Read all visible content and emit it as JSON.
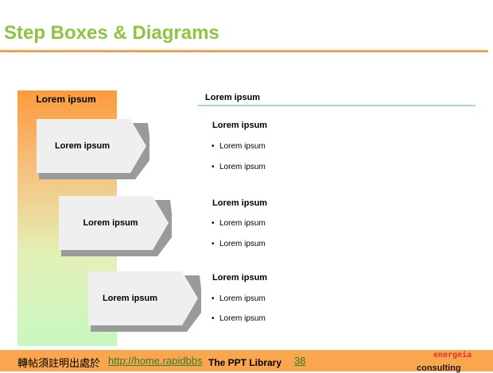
{
  "slide": {
    "title": "Step Boxes & Diagrams",
    "left_panel_label": "Lorem ipsum",
    "right_header": "Lorem ipsum",
    "steps": [
      {
        "label": "Lorem ipsum"
      },
      {
        "label": "Lorem ipsum"
      },
      {
        "label": "Lorem ipsum"
      }
    ],
    "groups": [
      {
        "title": "Lorem ipsum",
        "bullets": [
          "Lorem ipsum",
          "Lorem ipsum"
        ]
      },
      {
        "title": "Lorem ipsum",
        "bullets": [
          "Lorem ipsum",
          "Lorem ipsum"
        ]
      },
      {
        "title": "Lorem ipsum",
        "bullets": [
          "Lorem ipsum",
          "Lorem ipsum"
        ]
      }
    ]
  },
  "footer": {
    "note": "轉帖須註明出處於",
    "link": "http://home.rapidbbs",
    "link_tail": "38",
    "library": "The PPT Library",
    "brand_top": "energeia",
    "brand_bottom": "consulting"
  },
  "colors": {
    "title": "#8cc63f",
    "accent_rule": "#f4a14d",
    "panel_top": "#fb9b3c",
    "panel_bottom": "#c9f7c1",
    "right_rule": "#a9d6d4",
    "footer_bar": "#f9a64f",
    "link": "#2e7d32",
    "brand": "#e3372a"
  }
}
